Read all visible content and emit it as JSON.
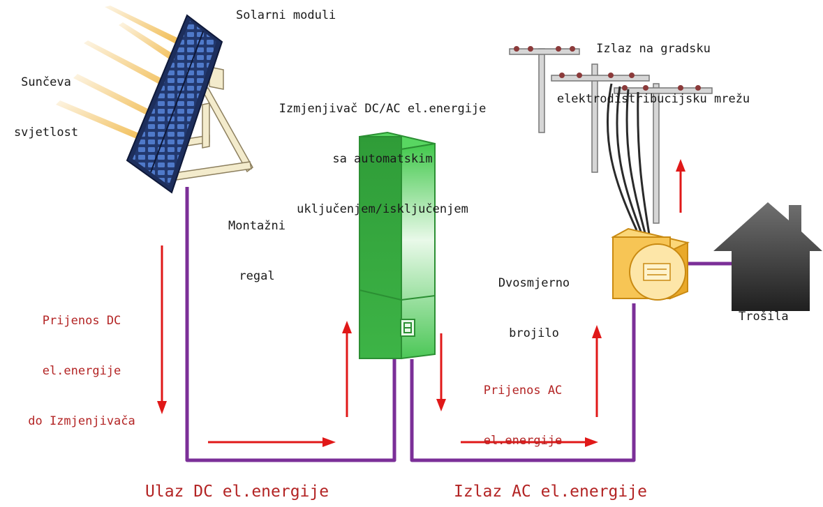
{
  "labels": {
    "sunlight": [
      "Sunčeva",
      "svjetlost"
    ],
    "solar_modules": "Solarni moduli",
    "mounting_rack": [
      "Montažni",
      "regal"
    ],
    "inverter": [
      "Izmjenjivač DC/AC el.energije",
      "sa automatskim",
      "uključenjem/isključenjem"
    ],
    "grid_output": [
      "Izlaz na gradsku",
      "elektrodistribucijsku mrežu"
    ],
    "bidirectional_meter": [
      "Dvosmjerno",
      "brojilo"
    ],
    "consumers": "Trošila",
    "dc_transfer": [
      "Prijenos DC",
      "el.energije",
      "do Izmjenjivača"
    ],
    "ac_transfer": [
      "Prijenos AC",
      "el.energije"
    ],
    "dc_input": "Ulaz DC el.energije",
    "ac_output": "Izlaz AC el.energije"
  },
  "colors": {
    "cable": "#7b2f98",
    "arrow": "#e01818",
    "label_text": "#1a1a1a",
    "flow_text": "#b32424",
    "inverter": "#3fbf4a",
    "meter": "#f2b431",
    "house": "#3a3a3a",
    "panel": "#2b4fa8",
    "sunray": "#f0b848"
  },
  "icons": {
    "inverter_display": "display-icon"
  }
}
